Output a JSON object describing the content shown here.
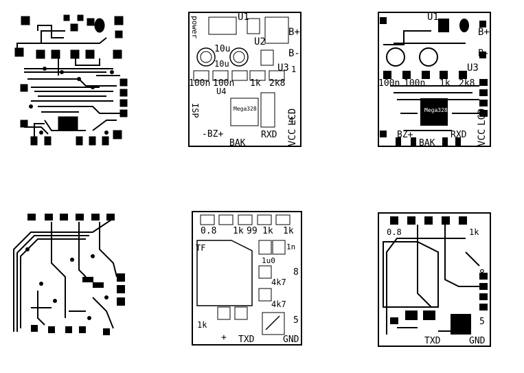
{
  "top_row": {
    "silkscreen": {
      "u1": "U1",
      "u2": "U2",
      "u3": "U3",
      "u4": "U4",
      "power": "power",
      "b_plus": "B+",
      "b_minus": "B-",
      "pin1": "1",
      "c_10u_a": "10u",
      "c_10u_b": "10u",
      "c_100n": "100n",
      "c_100n_b": "100n",
      "r_1k": "1k",
      "r_2k8": "2k8",
      "chip": "Mega328",
      "isp": "ISP",
      "lcd": "LCD",
      "vcc": "VCC",
      "pin4": "4",
      "bz": "-BZ+",
      "bak": "BAK",
      "rxd": "RXD"
    }
  },
  "bottom_row": {
    "silkscreen": {
      "tf": "TF",
      "r_1k": "1k",
      "r_0_8": "0.8",
      "r_99": "99",
      "r_1k_b": "1k",
      "r_1k_c": "1k",
      "c_1n": "1n",
      "c_1u0": "1u0",
      "pin8": "8",
      "r_4k7_a": "4k7",
      "r_4k7_b": "4k7",
      "pin5": "5",
      "txd": "TXD",
      "gnd": "GND",
      "plus": "+",
      "r_1k_d": "1k"
    }
  }
}
